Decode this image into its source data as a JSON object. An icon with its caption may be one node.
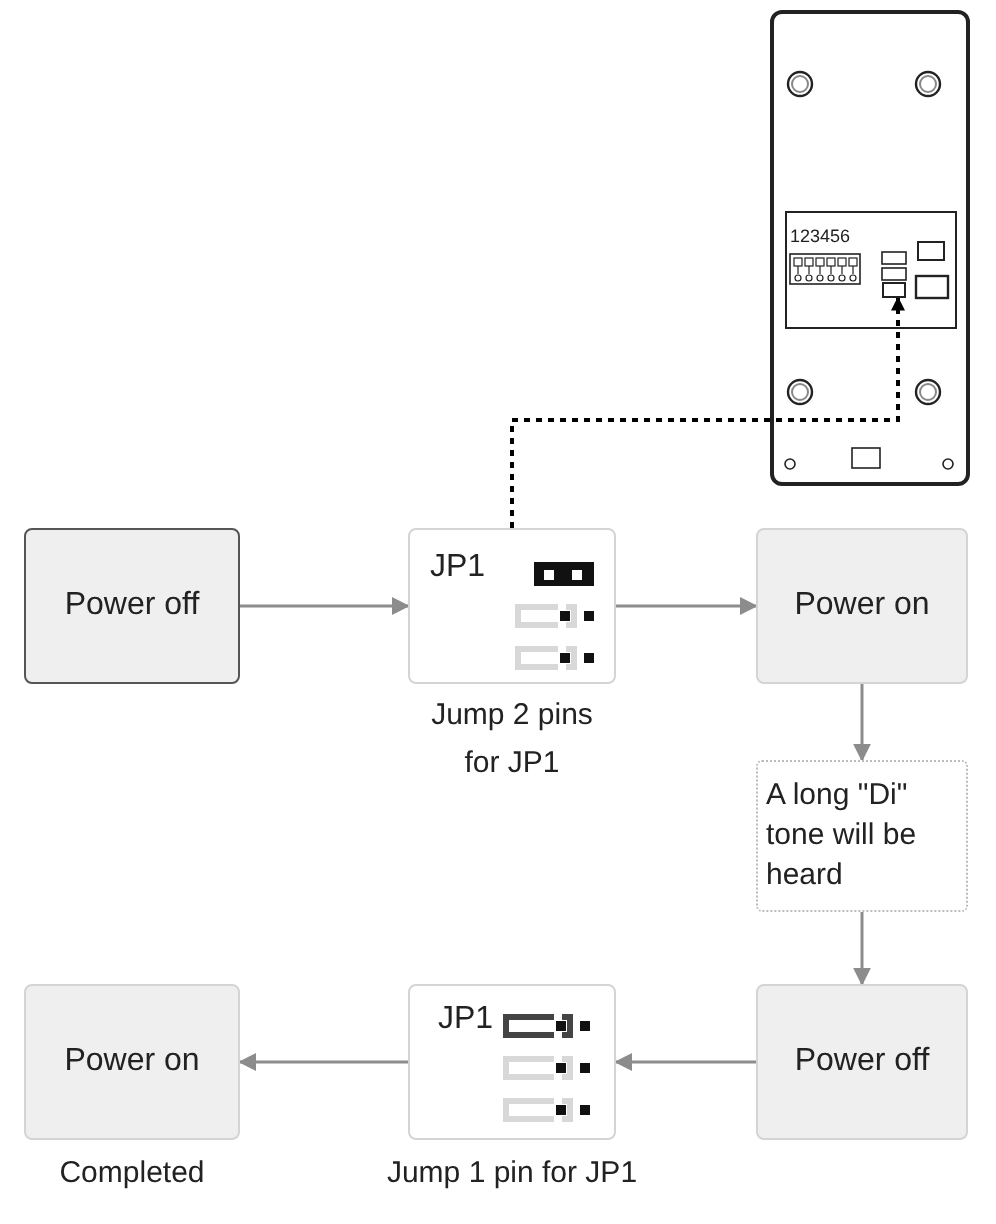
{
  "diagram": {
    "nodes": [
      {
        "text": [
          "Power off"
        ]
      },
      {
        "text": [
          "JP1"
        ],
        "beside": [
          "Jump 2 pins for JP1"
        ]
      },
      {
        "text": [
          "Power on"
        ]
      },
      {
        "text": [
          "A long \"Di\" tone will be heard"
        ]
      },
      {
        "text": [
          "Power off"
        ]
      },
      {
        "text": [
          "JP1"
        ],
        "beside": [
          "Jump 1 pin for JP1"
        ]
      },
      {
        "text": [
          "Power on"
        ],
        "beside": [
          "Completed"
        ]
      },
      {
        "text": [],
        "shape": "box"
      }
    ],
    "edges": [
      {
        "from": 0,
        "to": 1,
        "arrow": "to"
      },
      {
        "from": 1,
        "to": 2,
        "arrow": "to"
      },
      {
        "from": 2,
        "to": 3,
        "arrow": "to"
      },
      {
        "from": 3,
        "to": 4,
        "arrow": "to"
      },
      {
        "from": 4,
        "to": 5,
        "arrow": "to"
      },
      {
        "from": 5,
        "to": 6,
        "arrow": "to"
      },
      {
        "from": 1,
        "to": 7,
        "arrow": "to",
        "style": "dashed",
        "color": "#000000"
      }
    ],
    "labels": [
      "123456"
    ]
  }
}
